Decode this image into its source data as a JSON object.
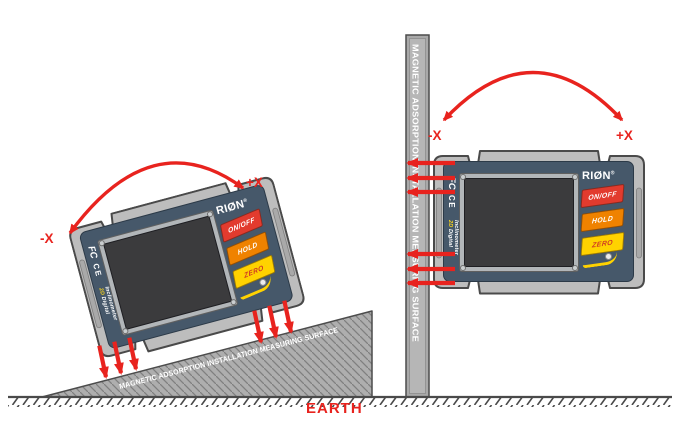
{
  "device": {
    "logo_text": "RIØN",
    "logo_reg": "®",
    "fcc_mark": "FC",
    "ce_mark": "CE",
    "model_2d": "2D",
    "model_digital": "Digital",
    "model_inclinometer": "Inclinometer",
    "buttons": [
      {
        "label": "ON/OFF",
        "color": "#e23b2e"
      },
      {
        "label": "HOLD",
        "color": "#ef8200"
      },
      {
        "label": "ZERO",
        "color": "#ffd200"
      }
    ]
  },
  "tilted_view": {
    "minus_x_label": "-X",
    "plus_x_label": "+X",
    "surface_label": "MAGNETIC ADSORPTION INSTALLATION MEASURING SURFACE"
  },
  "wall_view": {
    "minus_x_label": "-X",
    "plus_x_label": "+X",
    "surface_label": "MAGNETIC ADSORPTION INSTALLATION MEASURING SURFACE"
  },
  "ground": {
    "earth_label": "EARTH"
  },
  "colors": {
    "arrow_red": "#e8231e",
    "device_body_gray": "#bdbdbd",
    "device_panel_navy": "#46586a",
    "surface_gray": "#aeaeae",
    "button_on_off_red": "#e23b2e",
    "button_hold_orange": "#ef8200",
    "button_zero_yellow": "#ffd200",
    "label_white": "#ffffff"
  }
}
